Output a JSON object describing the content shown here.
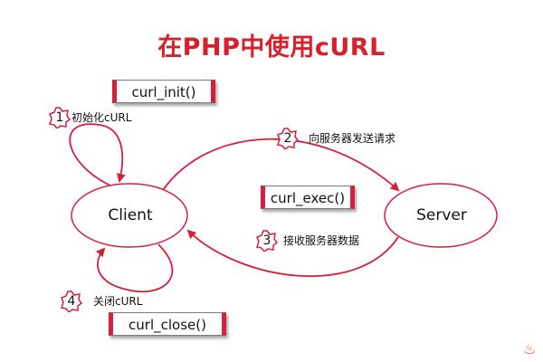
{
  "title": "在PHP中使用cURL",
  "nodes": {
    "client": "Client",
    "server": "Server"
  },
  "functions": {
    "init": "curl_init()",
    "exec": "curl_exec()",
    "close": "curl_close()"
  },
  "steps": [
    {
      "number": "1",
      "label": "初始化cURL"
    },
    {
      "number": "2",
      "label": "向服务器发送请求"
    },
    {
      "number": "3",
      "label": "接收服务器数据"
    },
    {
      "number": "4",
      "label": "关闭cURL"
    }
  ],
  "colors": {
    "title": "#d8202c",
    "arrow": "#d4203a",
    "badge_border": "#d4203a"
  }
}
